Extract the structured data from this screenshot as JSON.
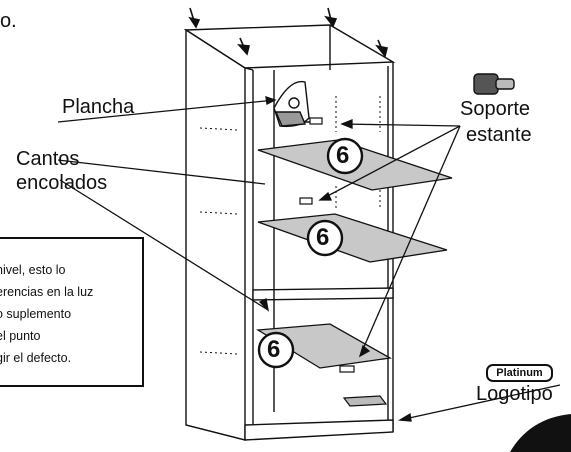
{
  "header_fragment": "o.",
  "labels": {
    "plancha": "Plancha",
    "soporte_line1": "Soporte",
    "soporte_line2": "estante",
    "cantos_line1": "Cantos",
    "cantos_line2": "encolados",
    "logotipo": "Logotipo"
  },
  "brand_badge": "Platinum",
  "shelf_badge": "6",
  "note_lines": [
    "nivel, esto lo",
    "erencias en la luz",
    "o suplemento",
    "el punto",
    "gir el defecto."
  ],
  "colors": {
    "line": "#111111",
    "shelf_fill": "#c8c8c8",
    "panel_fill": "#ffffff"
  }
}
